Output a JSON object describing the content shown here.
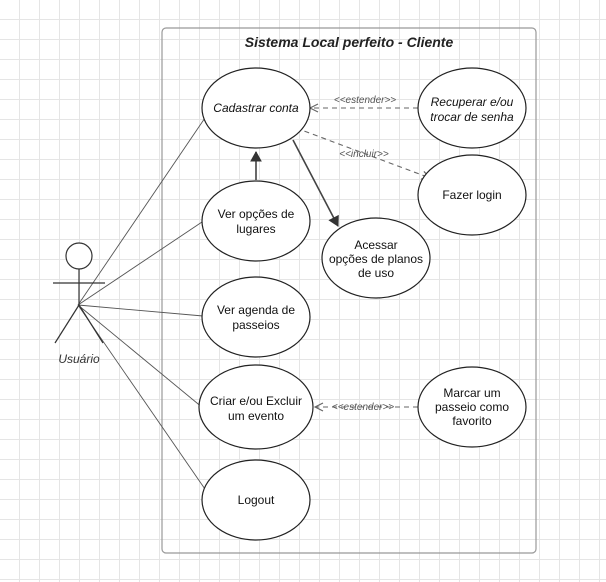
{
  "system": {
    "title": "Sistema Local perfeito - Cliente"
  },
  "actor": {
    "name": "Usuário"
  },
  "use_cases": {
    "cadastrar": "Cadastrar conta",
    "recuperar_1": "Recuperar e/ou",
    "recuperar_2": "trocar de senha",
    "login": "Fazer login",
    "ver_lugares_1": "Ver opções de",
    "ver_lugares_2": "lugares",
    "acessar_1": "Acessar",
    "acessar_2": "opções de planos",
    "acessar_3": "de uso",
    "agenda_1": "Ver agenda de",
    "agenda_2": "passeios",
    "evento_1": "Criar e/ou Excluir",
    "evento_2": "um evento",
    "favorito_1": "Marcar um",
    "favorito_2": "passeio como",
    "favorito_3": "favorito",
    "logout": "Logout"
  },
  "relations": {
    "extend_recuperar": "<<estender>>",
    "include_login": "<<incluir>>",
    "extend_favorito": "<<estender>>"
  },
  "colors": {
    "stroke": "#222222",
    "dashed": "#666666",
    "grid": "#e5e5e5",
    "boundary": "#999999"
  }
}
